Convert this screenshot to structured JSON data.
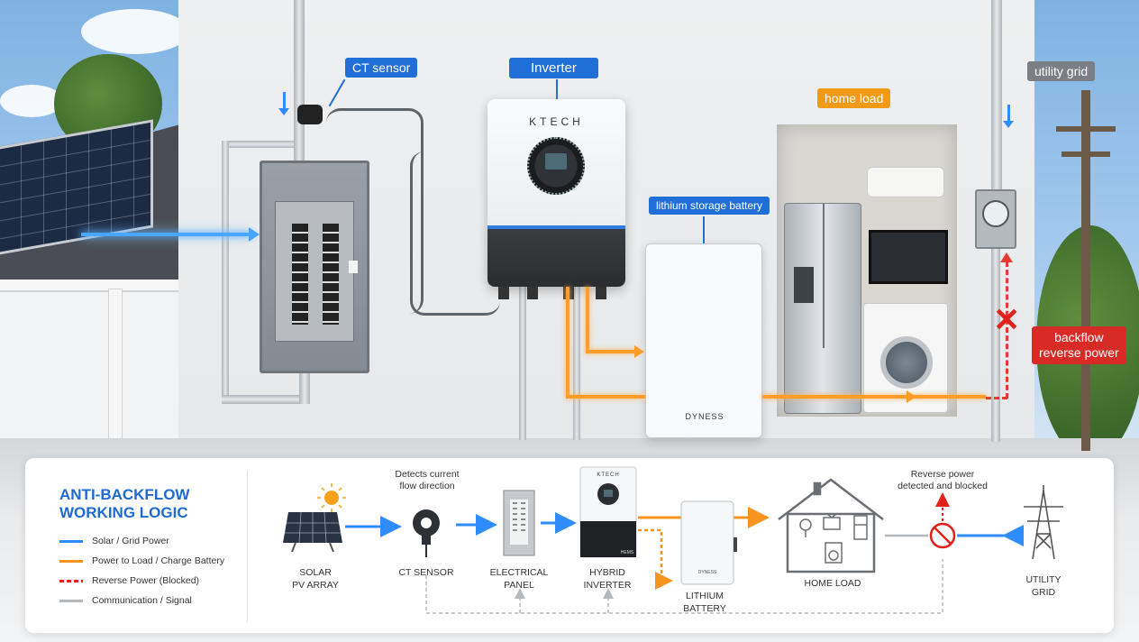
{
  "scene": {
    "labels": {
      "ct_sensor": "CT sensor",
      "inverter": "Inverter",
      "lithium_battery": "lithium storage battery",
      "home_load": "home load",
      "utility_grid": "utility grid",
      "backflow_line1": "backflow",
      "backflow_line2": "reverse power"
    },
    "inverter_brand": "KTECH",
    "battery_brand": "DYNESS"
  },
  "logic": {
    "title_line1": "ANTI-BACKFLOW",
    "title_line2": "WORKING LOGIC",
    "legend": [
      {
        "label": "Solar / Grid Power",
        "color": "#2f8cff",
        "style": "solid-arrow"
      },
      {
        "label": "Power to Load / Charge Battery",
        "color": "#f7941d",
        "style": "solid-arrow"
      },
      {
        "label": "Reverse Power (Blocked)",
        "color": "#e0221b",
        "style": "dashed-arrow"
      },
      {
        "label": "Communication / Signal",
        "color": "#b5b8bc",
        "style": "solid"
      }
    ],
    "nodes": {
      "solar_line1": "SOLAR",
      "solar_line2": "PV ARRAY",
      "ct": "CT SENSOR",
      "panel_line1": "ELECTRICAL",
      "panel_line2": "PANEL",
      "inverter_line1": "HYBRID",
      "inverter_line2": "INVERTER",
      "battery_line1": "LITHIUM",
      "battery_line2": "BATTERY",
      "home": "HOME LOAD",
      "grid_line1": "UTILITY",
      "grid_line2": "GRID"
    },
    "notes": {
      "ct_line1": "Detects current",
      "ct_line2": "flow direction",
      "reverse_line1": "Reverse power",
      "reverse_line2": "detected and blocked"
    },
    "mini_inverter_brand": "KTECH",
    "mini_inverter_badge": "HEMS",
    "mini_battery_brand": "DYNESS"
  }
}
